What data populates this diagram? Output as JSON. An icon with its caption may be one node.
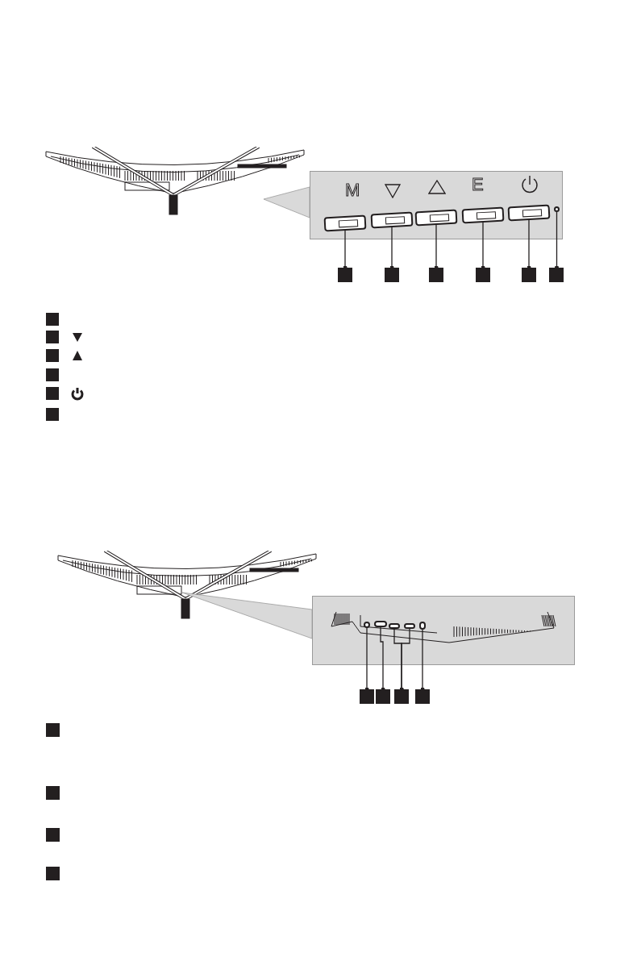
{
  "diagram": {
    "nodes": [
      {
        "text": [],
        "shape": "box"
      },
      {
        "text": [],
        "shape": "box"
      },
      {
        "text": [],
        "shape": "box"
      },
      {
        "text": [],
        "shape": "box"
      },
      {
        "text": [],
        "shape": "box"
      },
      {
        "text": [],
        "shape": "circle"
      },
      {
        "text": [],
        "shape": "box"
      },
      {
        "text": [],
        "shape": "box"
      },
      {
        "text": [],
        "shape": "box"
      },
      {
        "text": [],
        "shape": "box"
      },
      {
        "text": [],
        "shape": "box"
      },
      {
        "text": [],
        "shape": "box"
      },
      {
        "text": [],
        "shape": "circle"
      },
      {
        "text": [],
        "shape": "box"
      },
      {
        "text": [],
        "shape": "box"
      },
      {
        "text": [],
        "shape": "box"
      },
      {
        "text": [],
        "shape": "box"
      },
      {
        "text": [],
        "shape": "box"
      },
      {
        "text": [],
        "shape": "box"
      },
      {
        "text": [],
        "shape": "box"
      },
      {
        "text": [],
        "shape": "box"
      },
      {
        "text": [],
        "shape": "box"
      },
      {
        "text": [],
        "shape": "box"
      },
      {
        "text": [],
        "shape": "box"
      },
      {
        "text": [],
        "shape": "box"
      },
      {
        "text": [],
        "shape": "box"
      },
      {
        "text": [],
        "shape": "box"
      },
      {
        "text": [],
        "shape": "box"
      },
      {
        "text": [],
        "shape": "box"
      },
      {
        "text": [],
        "shape": "box"
      },
      {
        "text": [],
        "shape": "box"
      }
    ],
    "edges": [
      {
        "from": 0,
        "to": 6,
        "arrow": "other"
      },
      {
        "from": 1,
        "to": 7,
        "arrow": "other"
      },
      {
        "from": 2,
        "to": 8,
        "arrow": "other"
      },
      {
        "from": 3,
        "to": 9,
        "arrow": "other"
      },
      {
        "from": 4,
        "to": 10,
        "arrow": "other"
      },
      {
        "from": 5,
        "to": 11,
        "arrow": "other"
      },
      {
        "from": 12,
        "to": 17,
        "arrow": "other"
      },
      {
        "from": 13,
        "to": 18,
        "arrow": "other"
      },
      {
        "from": 14,
        "to": 19,
        "arrow": "other"
      },
      {
        "from": 15,
        "to": 19,
        "arrow": "other"
      },
      {
        "from": 16,
        "to": 20,
        "arrow": "other"
      }
    ],
    "labels": [
      "M",
      "E"
    ]
  }
}
